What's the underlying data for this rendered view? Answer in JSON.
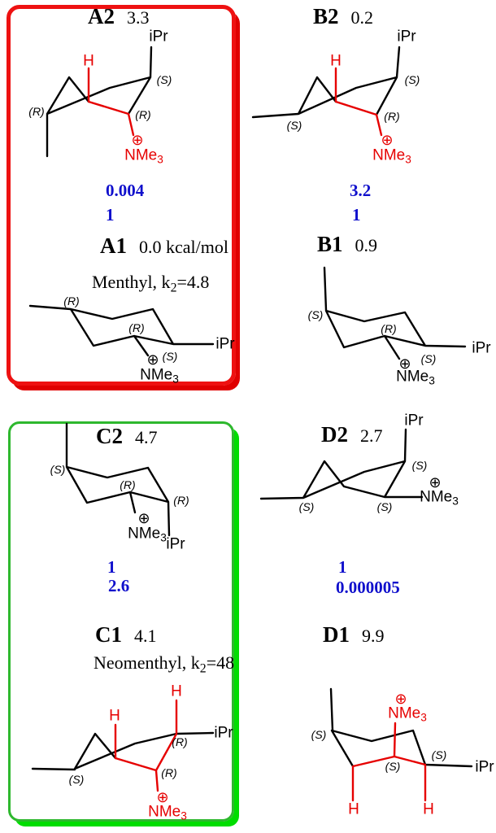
{
  "colors": {
    "red_box": "#ee1111",
    "red_box_shadow": "#e00000",
    "green_box": "#2eb82e",
    "green_box_shadow": "#00dd00",
    "highlight_red": "#e60000",
    "ratio_blue": "#1010cc"
  },
  "panels": {
    "A2": {
      "label": "A2",
      "energy": "3.3",
      "h": "H",
      "ipr": "iPr",
      "stereo_left": "(R)",
      "stereo_top": "(S)",
      "stereo_right": "(R)",
      "plus": "⊕",
      "nme_base": "NMe",
      "nme_sub": "3",
      "ratio_top": "0.004",
      "ratio_bottom": "1"
    },
    "B2": {
      "label": "B2",
      "energy": "0.2",
      "h": "H",
      "ipr": "iPr",
      "stereo_left": "(S)",
      "stereo_top": "(S)",
      "stereo_right": "(R)",
      "plus": "⊕",
      "nme_base": "NMe",
      "nme_sub": "3",
      "ratio_top": "3.2",
      "ratio_bottom": "1"
    },
    "A1": {
      "label": "A1",
      "energy": "0.0 kcal/mol",
      "caption_pre": "Menthyl, k",
      "caption_sub": "2",
      "caption_post": "=4.8",
      "stereo_left": "(R)",
      "stereo_mid": "(R)",
      "stereo_right": "(S)",
      "ipr": "iPr",
      "plus": "⊕",
      "nme_base": "NMe",
      "nme_sub": "3"
    },
    "B1": {
      "label": "B1",
      "energy": "0.9",
      "stereo_left": "(S)",
      "stereo_mid": "(R)",
      "stereo_right": "(S)",
      "ipr": "iPr",
      "plus": "⊕",
      "nme_base": "NMe",
      "nme_sub": "3"
    },
    "C2": {
      "label": "C2",
      "energy": "4.7",
      "stereo_left": "(S)",
      "stereo_mid": "(R)",
      "stereo_right": "(R)",
      "plus": "⊕",
      "nme_base": "NMe",
      "nme_sub": "3",
      "ipr": "iPr",
      "ratio_top": "1",
      "ratio_bottom": "2.6"
    },
    "D2": {
      "label": "D2",
      "energy": "2.7",
      "ipr": "iPr",
      "stereo_top": "(S)",
      "stereo_left": "(S)",
      "stereo_mid": "(S)",
      "plus": "⊕",
      "nme_base": "NMe",
      "nme_sub": "3",
      "ratio_top": "1",
      "ratio_bottom": "0.000005"
    },
    "C1": {
      "label": "C1",
      "energy": "4.1",
      "caption_pre": "Neomenthyl, k",
      "caption_sub": "2",
      "caption_post": "=48",
      "h_mid": "H",
      "h_right": "H",
      "stereo_left": "(S)",
      "stereo_mid": "(R)",
      "stereo_right": "(R)",
      "ipr": "iPr",
      "plus": "⊕",
      "nme_base": "NMe",
      "nme_sub": "3"
    },
    "D1": {
      "label": "D1",
      "energy": "9.9",
      "h_left": "H",
      "h_right": "H",
      "stereo_left": "(S)",
      "stereo_mid": "(S)",
      "stereo_right": "(S)",
      "ipr": "iPr",
      "plus": "⊕",
      "nme_base": "NMe",
      "nme_sub": "3"
    }
  }
}
